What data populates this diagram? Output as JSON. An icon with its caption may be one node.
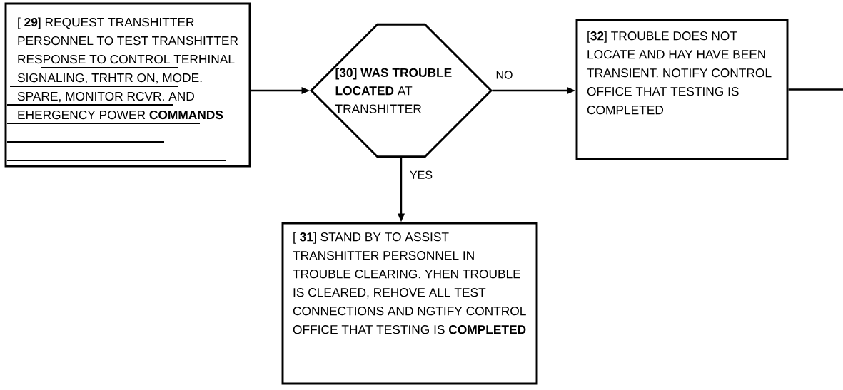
{
  "diagram": {
    "nodes": [
      {
        "text": [
          "[ **29**] REQUEST TRANSHITTER PERSONNEL TO TEST TRANSHITTER RESPONSE TO CONTROL TERHINAL SIGNALING, TRHTR ON, MODE. SPARE, MONITOR RCVR. AND EHERGENCY POWER **COMMANDS**"
        ]
      },
      {
        "text": [
          "**[30] WAS TROUBLE LOCATED** AT TRANSHITTER"
        ]
      },
      {
        "text": [
          "[**32**] TROUBLE DOES NOT LOCATE AND HAY HAVE BEEN TRANSIENT. NOTIFY CONTROL OFFICE THAT TESTING IS COMPLETED"
        ]
      },
      {
        "text": [
          "[ **31**] STAND BY TO ASSIST TRANSHITTER PERSONNEL IN TROUBLE CLEARING. YHEN TROUBLE IS CLEARED, REHOVE ALL TEST CONNECTIONS AND NGTIFY CONTROL OFFICE THAT TESTING IS **COMPLETED**"
        ]
      }
    ],
    "edges": [
      {
        "from": 0,
        "to": 1,
        "arrow": "to"
      },
      {
        "from": 1,
        "to": 2,
        "arrow": "to",
        "label": "NO"
      },
      {
        "from": 1,
        "to": 3,
        "arrow": "to",
        "label": "YES"
      },
      {
        "from": 2,
        "to": null,
        "arrow": "none"
      }
    ]
  }
}
